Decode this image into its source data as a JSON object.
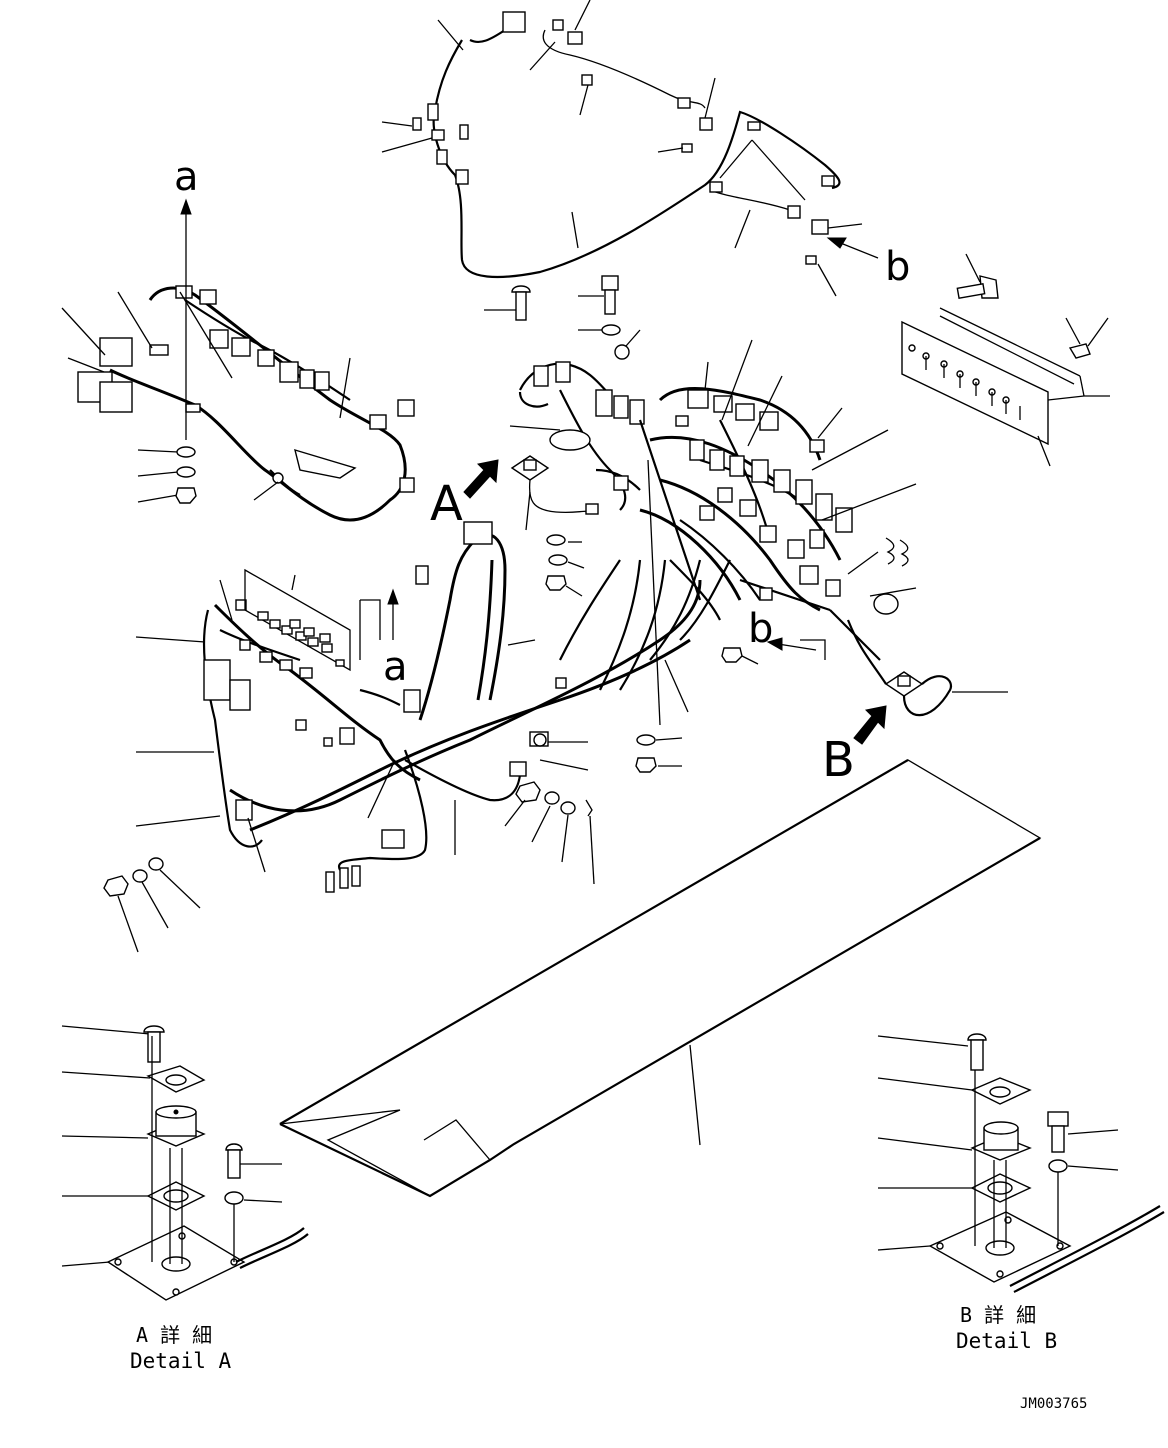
{
  "diagram": {
    "view_labels": {
      "a_top": "a",
      "a_mid": "a",
      "b_top": "b",
      "b_mid": "b",
      "A": "A",
      "B": "B"
    },
    "detail_a": {
      "title_jp": "A 詳 細",
      "title_en": "Detail A"
    },
    "detail_b": {
      "title_jp": "B 詳 細",
      "title_en": "Detail B"
    },
    "drawing_number": "JM003765",
    "colors": {
      "line": "#000000",
      "background": "#ffffff"
    }
  }
}
